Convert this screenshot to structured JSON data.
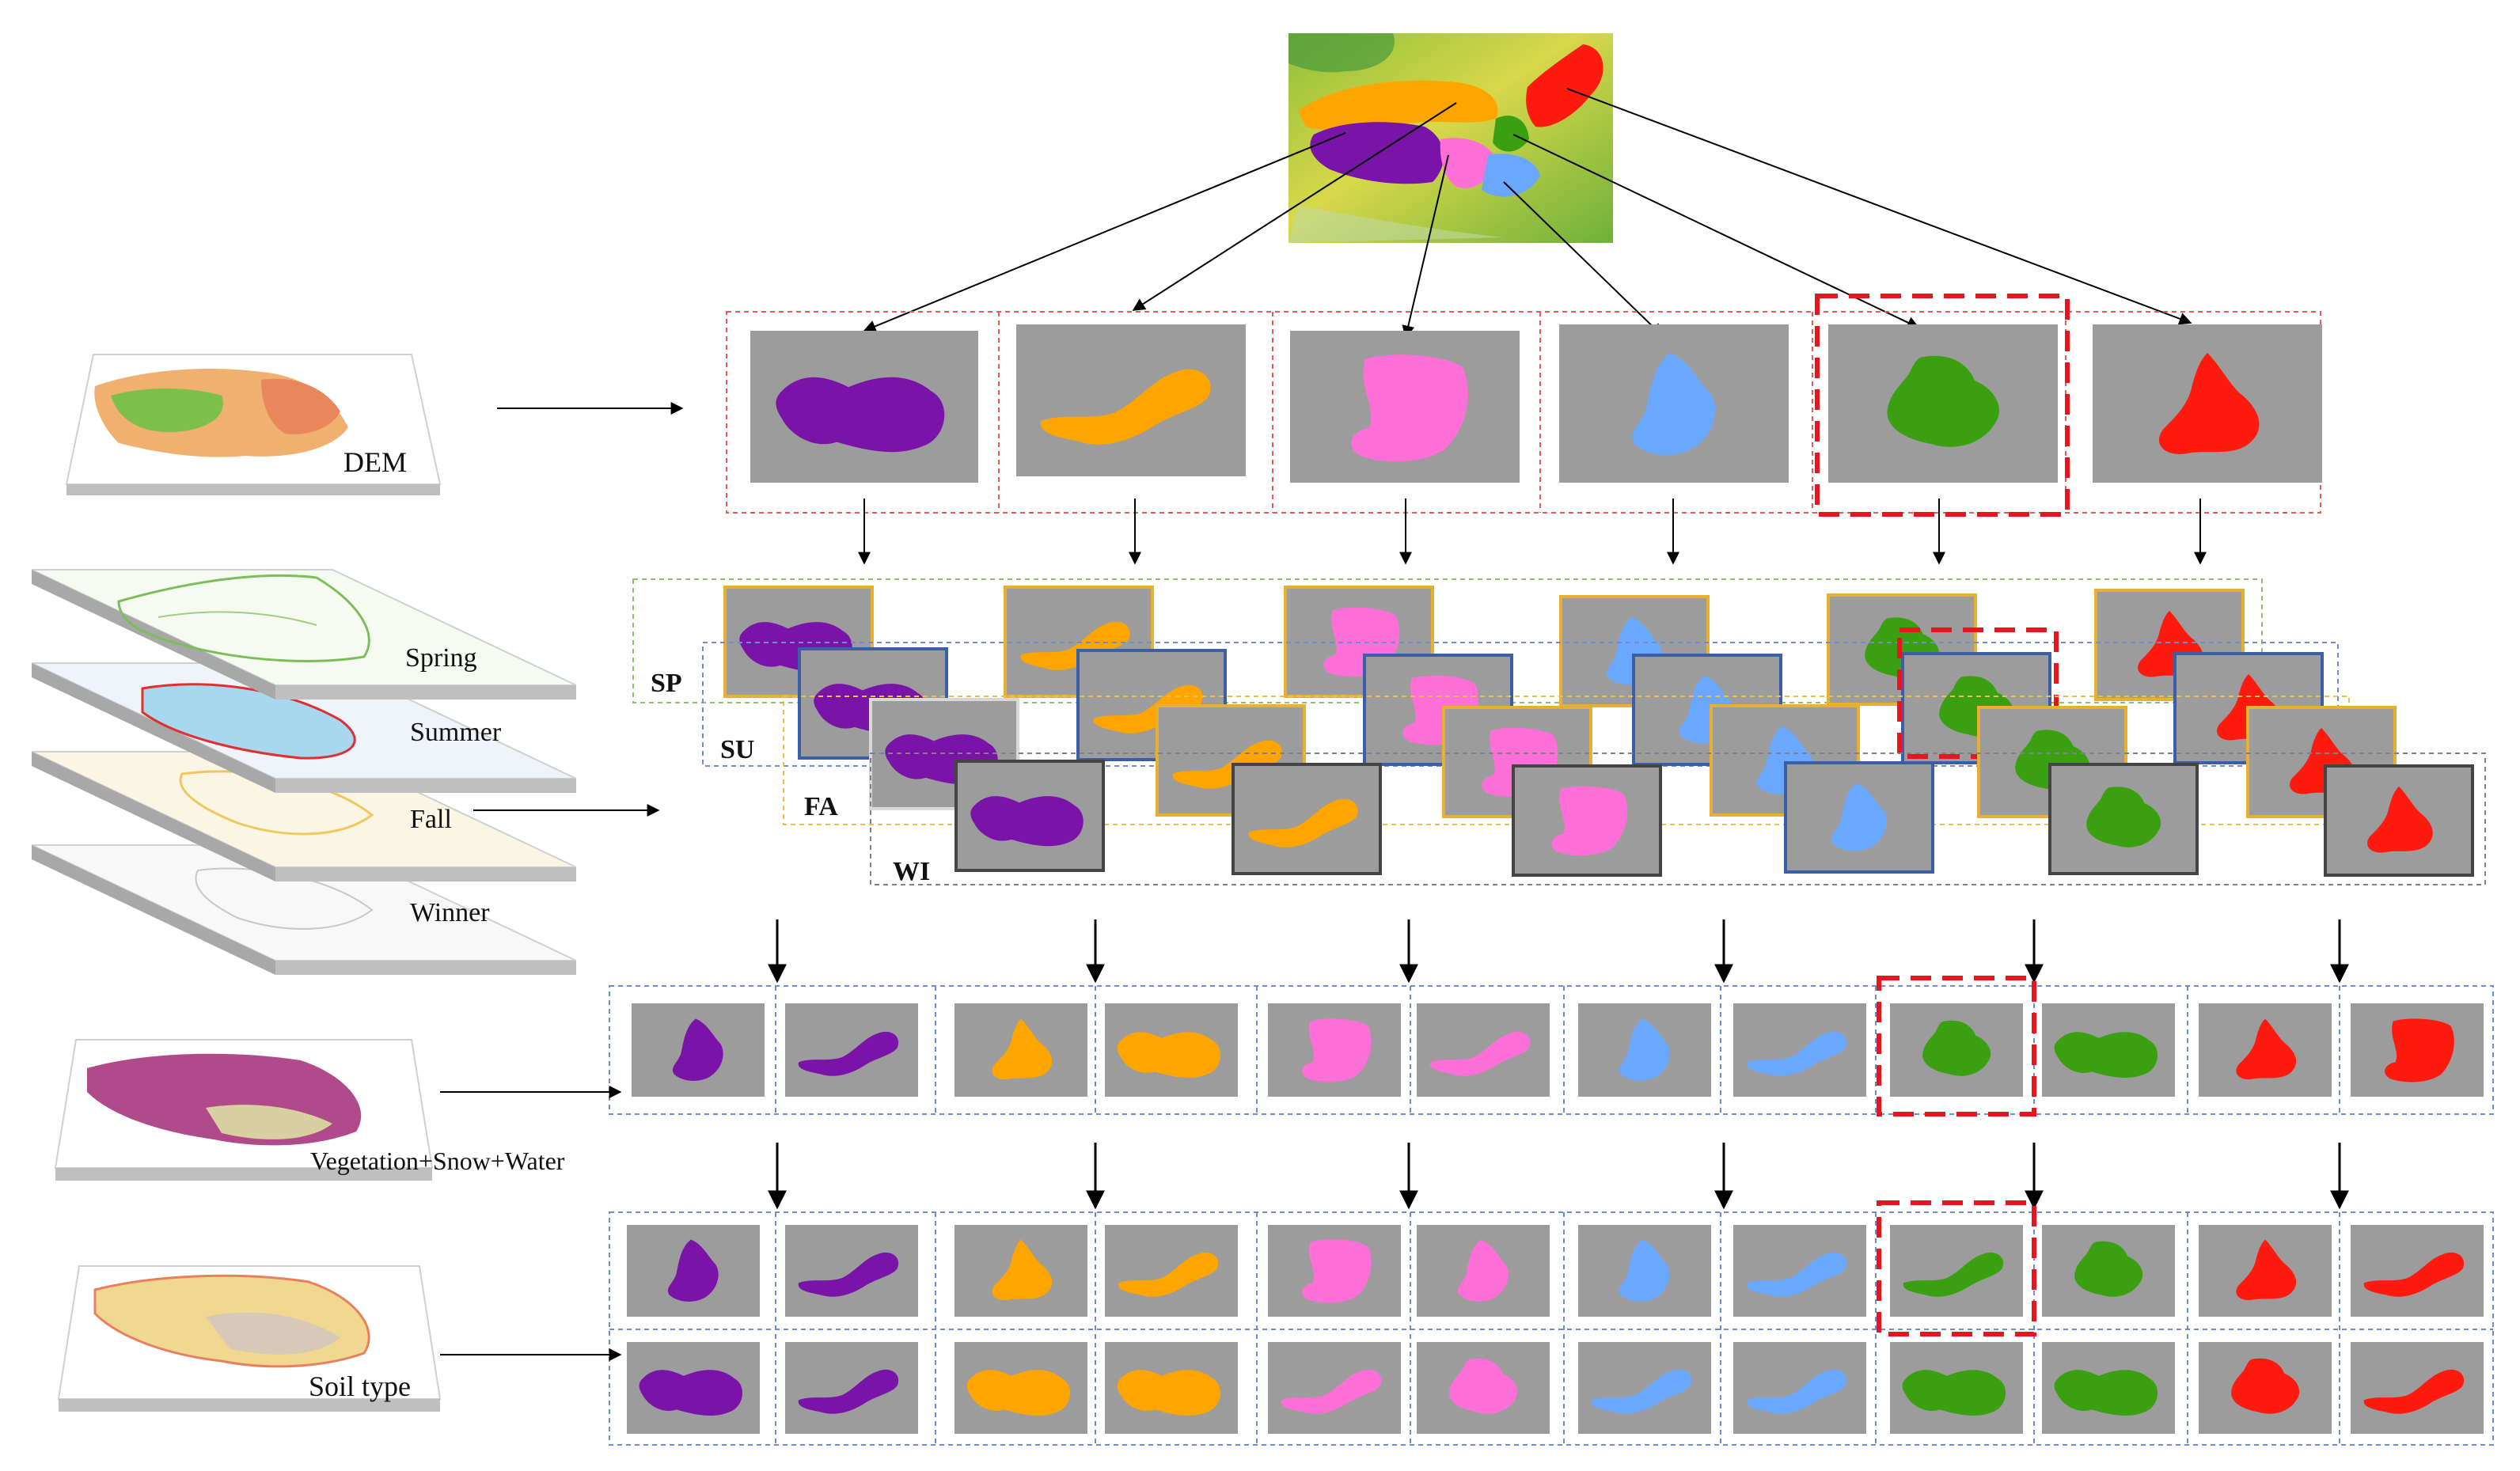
{
  "figure": {
    "left_layers": {
      "dem": "DEM",
      "seasons": [
        "Spring",
        "Summer",
        "Fall",
        "Winner"
      ],
      "vegetation": "Vegetation+Snow+Water",
      "soil": "Soil type"
    },
    "season_codes": [
      "SP",
      "SU",
      "FA",
      "WI"
    ],
    "region_colors": [
      "#7a14a8",
      "#ffa500",
      "#ff6fd8",
      "#6aa8ff",
      "#3aa012",
      "#ff1a10"
    ],
    "region_color_names": [
      "purple",
      "orange",
      "pink",
      "light-blue",
      "green",
      "red"
    ],
    "highlight_column": 4,
    "colors": {
      "panel_gray": "#9c9c9c",
      "highlight": "#e8141e",
      "dem_box": "#e55a5a",
      "sp_box": "#8fbf6a",
      "su_box": "#6f8ccf",
      "fa_box": "#e8c050",
      "wi_box": "#7f7f8f"
    }
  }
}
